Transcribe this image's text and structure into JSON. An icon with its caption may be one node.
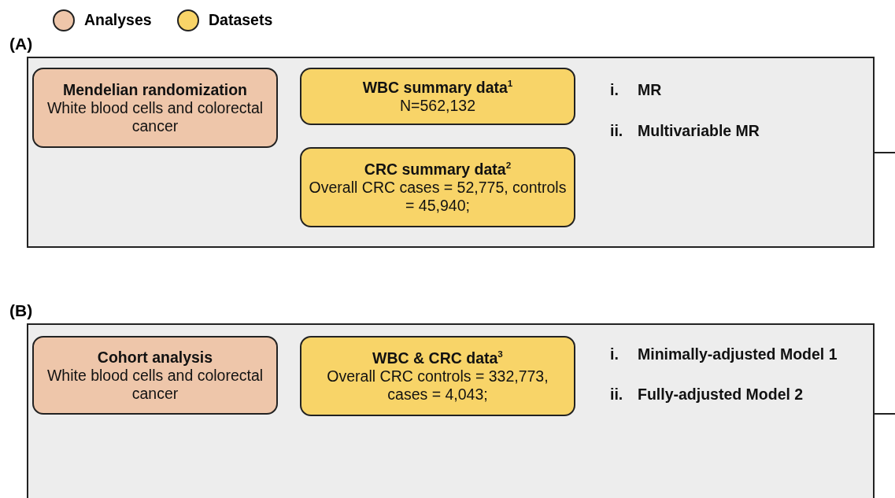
{
  "diagram": {
    "nodes": [
      {
        "text": [
          "(A)"
        ]
      },
      {
        "text": [
          "Mendelian randomization",
          "White blood cells and colorectal cancer"
        ],
        "in": 0
      },
      {
        "text": [
          "WBC summary data$^{1}$",
          "N=562,132"
        ],
        "in": 0
      },
      {
        "text": [
          "CRC summary data$^{2}$",
          "Overall CRC cases = 52,775, controls = 45,940;"
        ],
        "in": 0
      },
      {
        "text": [
          "(B)"
        ]
      },
      {
        "text": [
          "Cohort analysis",
          "White blood cells and colorectal cancer"
        ],
        "in": 4
      },
      {
        "text": [
          "WBC & CRC data$^{3}$",
          "Overall CRC controls = 332,773, cases = 4,043;"
        ],
        "in": 4
      }
    ],
    "edges": [
      {
        "from": 0,
        "to": null,
        "arrow": "none"
      },
      {
        "from": 4,
        "to": null,
        "arrow": "none"
      }
    ],
    "labels": [
      "i.",
      "MR",
      "ii.",
      "Multivariable MR",
      "i.",
      "Minimally-adjusted Model 1",
      "ii.",
      "Fully-adjusted Model 2"
    ],
    "legend": [
      {
        "text": "Analyses",
        "color": "#eec6aa"
      },
      {
        "text": "Datasets",
        "color": "#f8d468"
      }
    ]
  }
}
